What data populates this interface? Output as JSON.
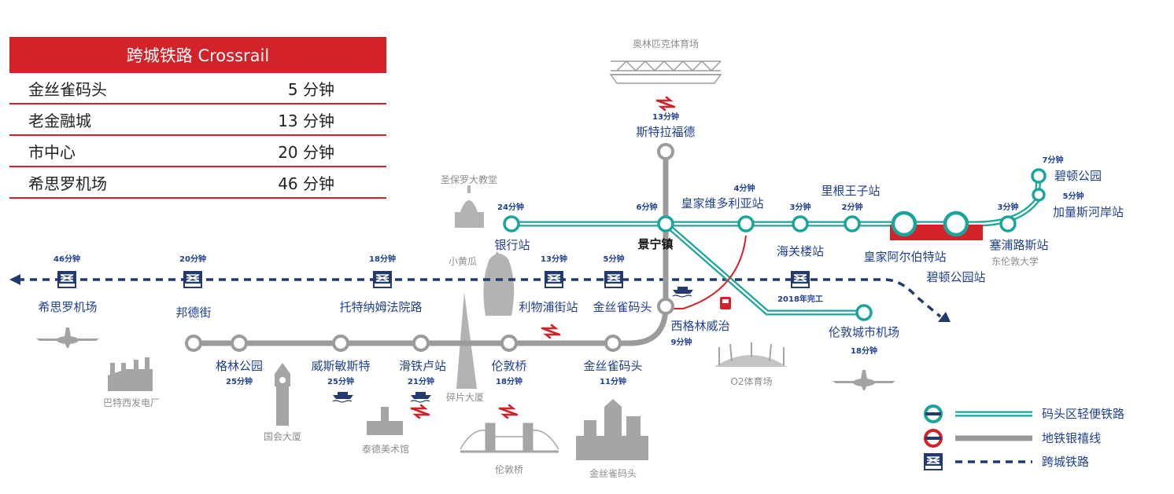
{
  "table": {
    "header": "跨城铁路 Crossrail",
    "rows": [
      {
        "name": "金丝雀码头",
        "time": "5 分钟"
      },
      {
        "name": "老金融城",
        "time": "13 分钟"
      },
      {
        "name": "市中心",
        "time": "20 分钟"
      },
      {
        "name": "希思罗机场",
        "time": "46 分钟"
      }
    ]
  },
  "colors": {
    "dlr": "#1aa59b",
    "jubilee": "#9b9b9b",
    "crossrail": "#233a6e",
    "accent": "#d2232a",
    "text": "#1f3f93",
    "landmark": "#b3b3b3"
  },
  "stations": {
    "stratford": {
      "name": "斯特拉福德",
      "time": "13分钟"
    },
    "bank": {
      "name": "银行站",
      "time": "24分钟"
    },
    "canning_town": {
      "name": "景宁镇",
      "time": "6分钟"
    },
    "royal_victoria": {
      "name": "皇家维多利亚站",
      "time": "4分钟"
    },
    "custom_house": {
      "name": "海关楼站",
      "time": "3分钟"
    },
    "prince_regent": {
      "name": "里根王子站",
      "time": "2分钟"
    },
    "royal_albert": {
      "name": "皇家阿尔伯特站"
    },
    "beckton_park": {
      "name": "碧顿公园站"
    },
    "gallions_reach": {
      "name": "塞浦路斯站",
      "time": "3分钟"
    },
    "beckton": {
      "name": "碧顿公园",
      "time": "7分钟"
    },
    "gallions_alt": {
      "name": "加量斯河岸站",
      "time": "5分钟"
    },
    "london_city_airport": {
      "name": "伦敦城市机场",
      "time": "18分钟"
    },
    "north_greenwich": {
      "name": "西格林威治",
      "time": "9分钟"
    },
    "canary_wharf_jub": {
      "name": "金丝雀码头",
      "time": "11分钟"
    },
    "london_bridge": {
      "name": "伦敦桥",
      "time": "18分钟"
    },
    "southwark": {
      "name": "滑铁卢站",
      "time": "21分钟"
    },
    "westminster": {
      "name": "威斯敏斯特",
      "time": "25分钟"
    },
    "green_park": {
      "name": "格林公园",
      "time": "25分钟"
    },
    "bond_street": {
      "name": "邦德街",
      "time": "20分钟"
    },
    "heathrow": {
      "name": "希思罗机场",
      "time": "46分钟"
    },
    "tottenham": {
      "name": "托特纳姆法院路",
      "time": "18分钟"
    },
    "liverpool_st": {
      "name": "利物浦街站",
      "time": "13分钟"
    },
    "canary_wharf_cr": {
      "name": "金丝雀码头",
      "time": "5分钟"
    },
    "custom_house_cr": {
      "time": "2018年完工"
    }
  },
  "landmarks": {
    "olympic": "奥林匹克体育场",
    "st_pauls": "圣保罗大教堂",
    "gherkin": "小黄瓜",
    "shard": "碎片大厦",
    "tower_bridge": "伦敦桥",
    "canary_wharf": "金丝雀码头",
    "o2": "O2体育场",
    "battersea": "巴特西发电厂",
    "big_ben": "国会大厦",
    "tate": "泰德美术馆"
  },
  "legend": {
    "dlr": "码头区轻便铁路",
    "jubilee": "地铁银禧线",
    "crossrail": "跨城铁路",
    "crossrail_badge": "Crossrail"
  },
  "icons": [
    "national-rail-icon",
    "crossrail-icon",
    "boat-icon",
    "cable-car-icon",
    "airplane-icon"
  ]
}
